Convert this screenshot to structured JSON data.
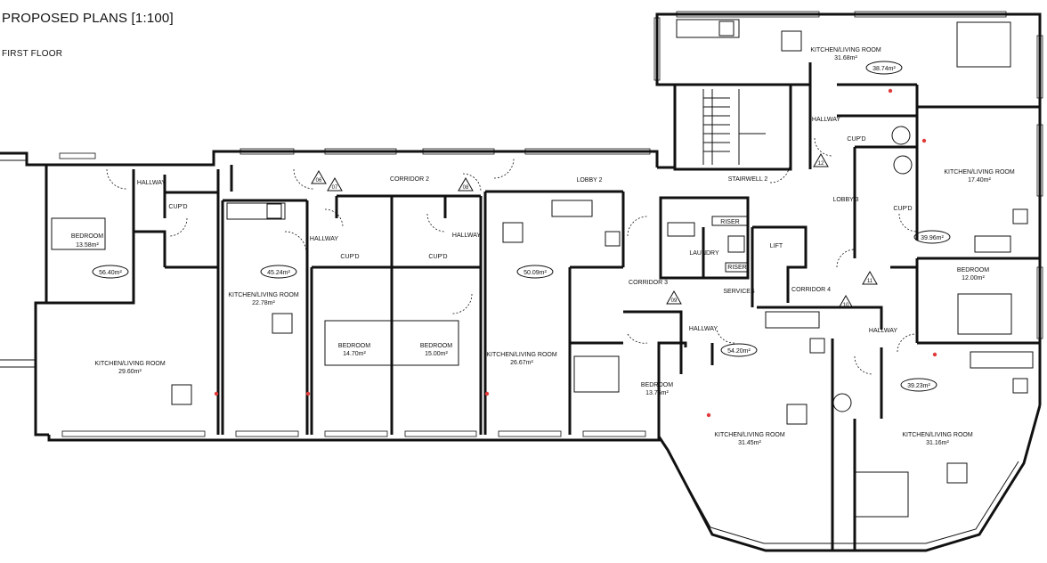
{
  "header": {
    "title": "PROPOSED PLANS [1:100]",
    "subtitle": "FIRST FLOOR"
  },
  "rooms": [
    {
      "id": "r1",
      "name": "BEDROOM",
      "area": "13.58m²"
    },
    {
      "id": "r2",
      "name": "HALLWAY",
      "area": ""
    },
    {
      "id": "r3",
      "name": "CUP'D",
      "area": ""
    },
    {
      "id": "r4",
      "name": "KITCHEN/LIVING ROOM",
      "area": "29.60m²"
    },
    {
      "id": "r5",
      "name": "KITCHEN/LIVING ROOM",
      "area": "22.78m²"
    },
    {
      "id": "r6",
      "name": "HALLWAY",
      "area": ""
    },
    {
      "id": "r7",
      "name": "CUP'D",
      "area": ""
    },
    {
      "id": "r8",
      "name": "CORRIDOR 2",
      "area": ""
    },
    {
      "id": "r9",
      "name": "BEDROOM",
      "area": "14.70m²"
    },
    {
      "id": "r10",
      "name": "BEDROOM",
      "area": "15.00m²"
    },
    {
      "id": "r11",
      "name": "CUP'D",
      "area": ""
    },
    {
      "id": "r12",
      "name": "HALLWAY",
      "area": ""
    },
    {
      "id": "r13",
      "name": "KITCHEN/LIVING ROOM",
      "area": "26.67m²"
    },
    {
      "id": "r14",
      "name": "LOBBY 2",
      "area": ""
    },
    {
      "id": "r15",
      "name": "CORRIDOR 3",
      "area": ""
    },
    {
      "id": "r16",
      "name": "BEDROOM",
      "area": "13.76m²"
    },
    {
      "id": "r17",
      "name": "HALLWAY",
      "area": ""
    },
    {
      "id": "r18",
      "name": "LAUNDRY",
      "area": ""
    },
    {
      "id": "r19",
      "name": "RISER",
      "area": ""
    },
    {
      "id": "r20",
      "name": "RISER",
      "area": ""
    },
    {
      "id": "r21",
      "name": "SERVICES",
      "area": ""
    },
    {
      "id": "r22",
      "name": "LIFT",
      "area": ""
    },
    {
      "id": "r23",
      "name": "STAIRWELL 2",
      "area": ""
    },
    {
      "id": "r24",
      "name": "CORRIDOR 4",
      "area": ""
    },
    {
      "id": "r25",
      "name": "KITCHEN/LIVING ROOM",
      "area": "31.45m²"
    },
    {
      "id": "r26",
      "name": "KITCHEN/LIVING ROOM",
      "area": "31.68m²"
    },
    {
      "id": "r27",
      "name": "HALLWAY",
      "area": ""
    },
    {
      "id": "r28",
      "name": "CUP'D",
      "area": ""
    },
    {
      "id": "r29",
      "name": "LOBBY 3",
      "area": ""
    },
    {
      "id": "r30",
      "name": "KITCHEN/LIVING ROOM",
      "area": "17.40m²"
    },
    {
      "id": "r31",
      "name": "CUP'D",
      "area": ""
    },
    {
      "id": "r32",
      "name": "BEDROOM",
      "area": "12.00m²"
    },
    {
      "id": "r33",
      "name": "HALLWAY",
      "area": ""
    },
    {
      "id": "r34",
      "name": "KITCHEN/LIVING ROOM",
      "area": "31.16m²"
    }
  ],
  "unit_areas": [
    "56.40m²",
    "45.24m²",
    "50.09m²",
    "54.20m²",
    "38.74m²",
    "39.96m²",
    "39.23m²"
  ],
  "door_tags": [
    "06",
    "07",
    "08",
    "09",
    "10",
    "11",
    "12"
  ],
  "colors": {
    "line": "#111111",
    "marker": "#e23a3a",
    "background": "#ffffff"
  }
}
